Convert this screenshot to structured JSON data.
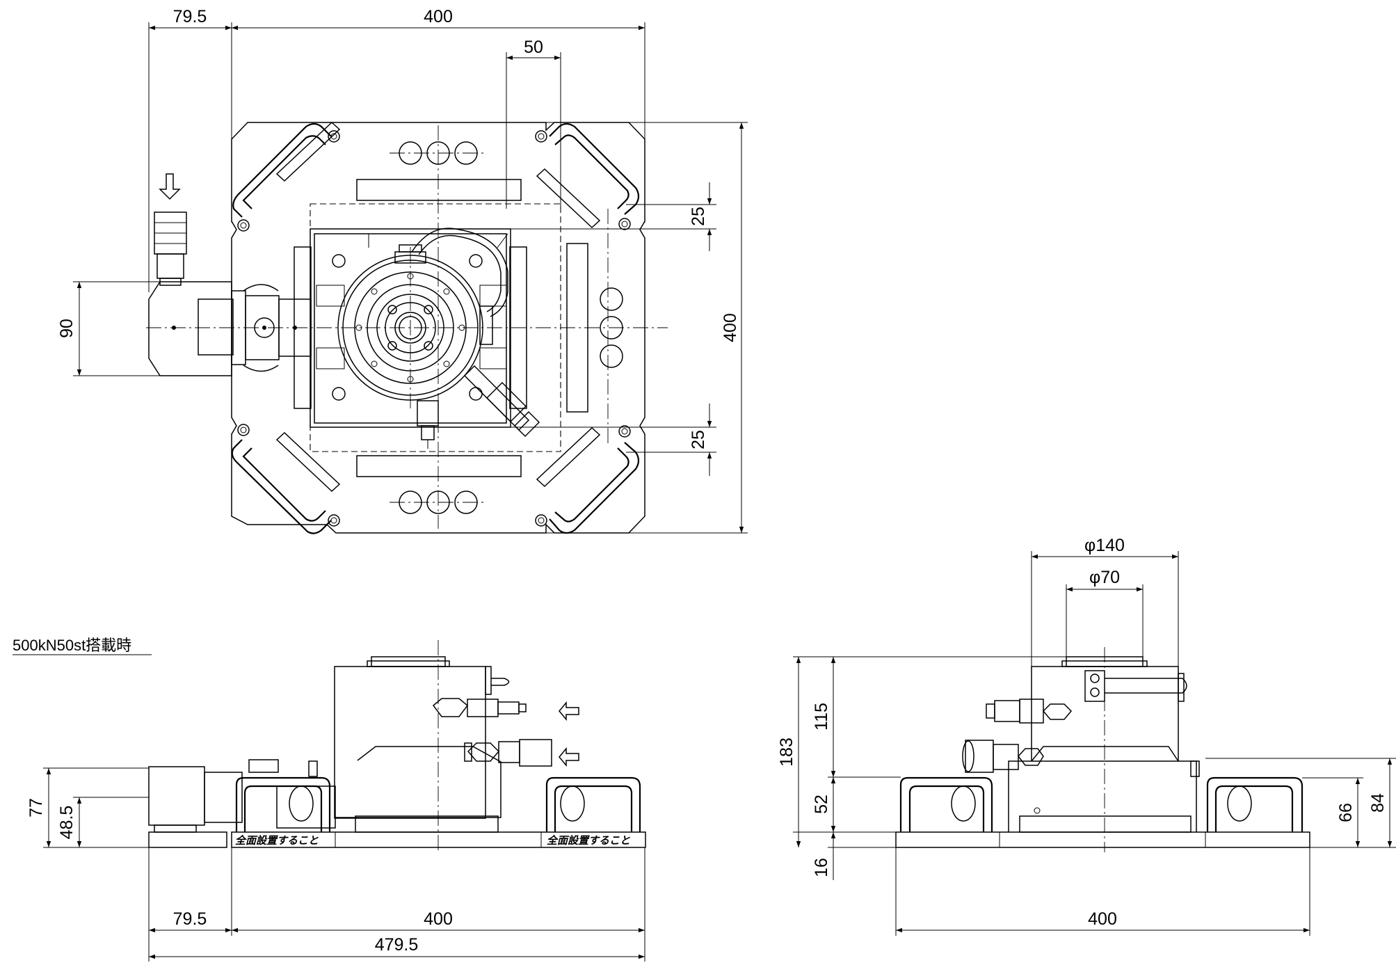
{
  "caption": "500kN50st搭載時",
  "notes": {
    "full_surface_left": "全面設置すること",
    "full_surface_right": "全面設置すること"
  },
  "top_view": {
    "dim_offset": "79.5",
    "dim_width": "400",
    "dim_slot": "50",
    "dim_height": "400",
    "dim_edge_top": "25",
    "dim_edge_bottom": "25",
    "dim_port": "90"
  },
  "front_view": {
    "dim_total_height": "77",
    "dim_port_height": "48.5",
    "dim_offset": "79.5",
    "dim_width": "400",
    "dim_total_width": "479.5"
  },
  "side_view": {
    "dim_outer_dia": "φ140",
    "dim_inner_dia": "φ70",
    "dim_total": "183",
    "dim_cylinder": "115",
    "dim_base": "52",
    "dim_plate": "16",
    "dim_right_outer": "84",
    "dim_right_inner": "66",
    "dim_width": "400"
  }
}
